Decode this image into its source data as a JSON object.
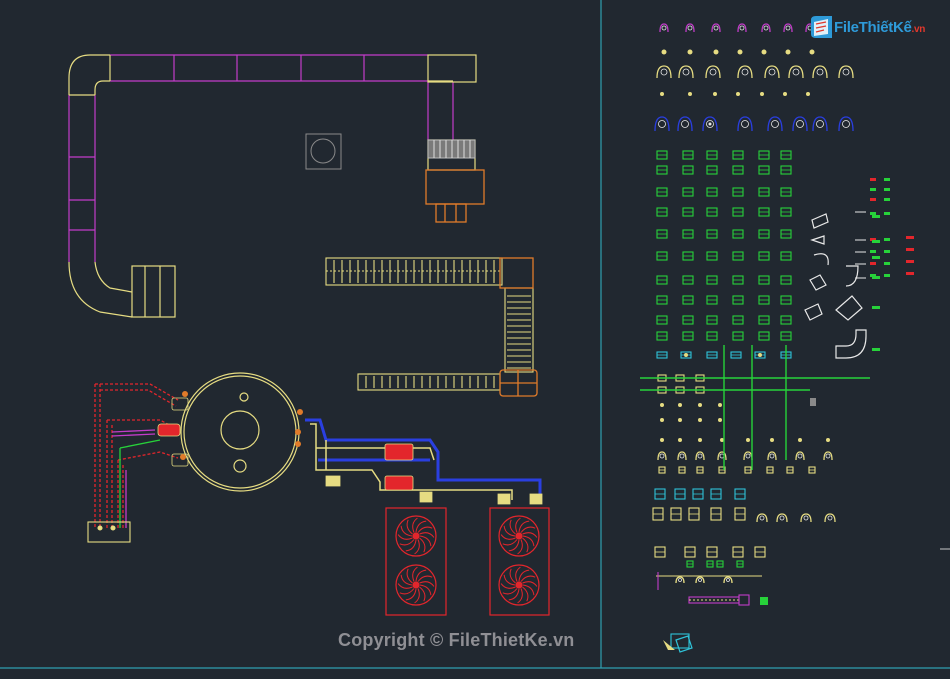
{
  "watermark": {
    "logo_main": "FileThiếtKế",
    "logo_tld": ".vn",
    "copyright": "Copyright © FileThietKe.vn"
  },
  "colors": {
    "background": "#212830",
    "viewport_border": "#2f9fb0",
    "duct_magenta": "#c23cc9",
    "duct_yellow": "#e6dc82",
    "cooling_red": "#e3262c",
    "pipe_blue": "#2a3fe0",
    "symbol_green": "#27d23a",
    "orange": "#e07b2a",
    "white_line": "#e8e8e8"
  },
  "icons": {
    "logo": "filethietke-logo-icon",
    "fan": "fan-icon",
    "cursor": "drawing-cursor-icon"
  }
}
